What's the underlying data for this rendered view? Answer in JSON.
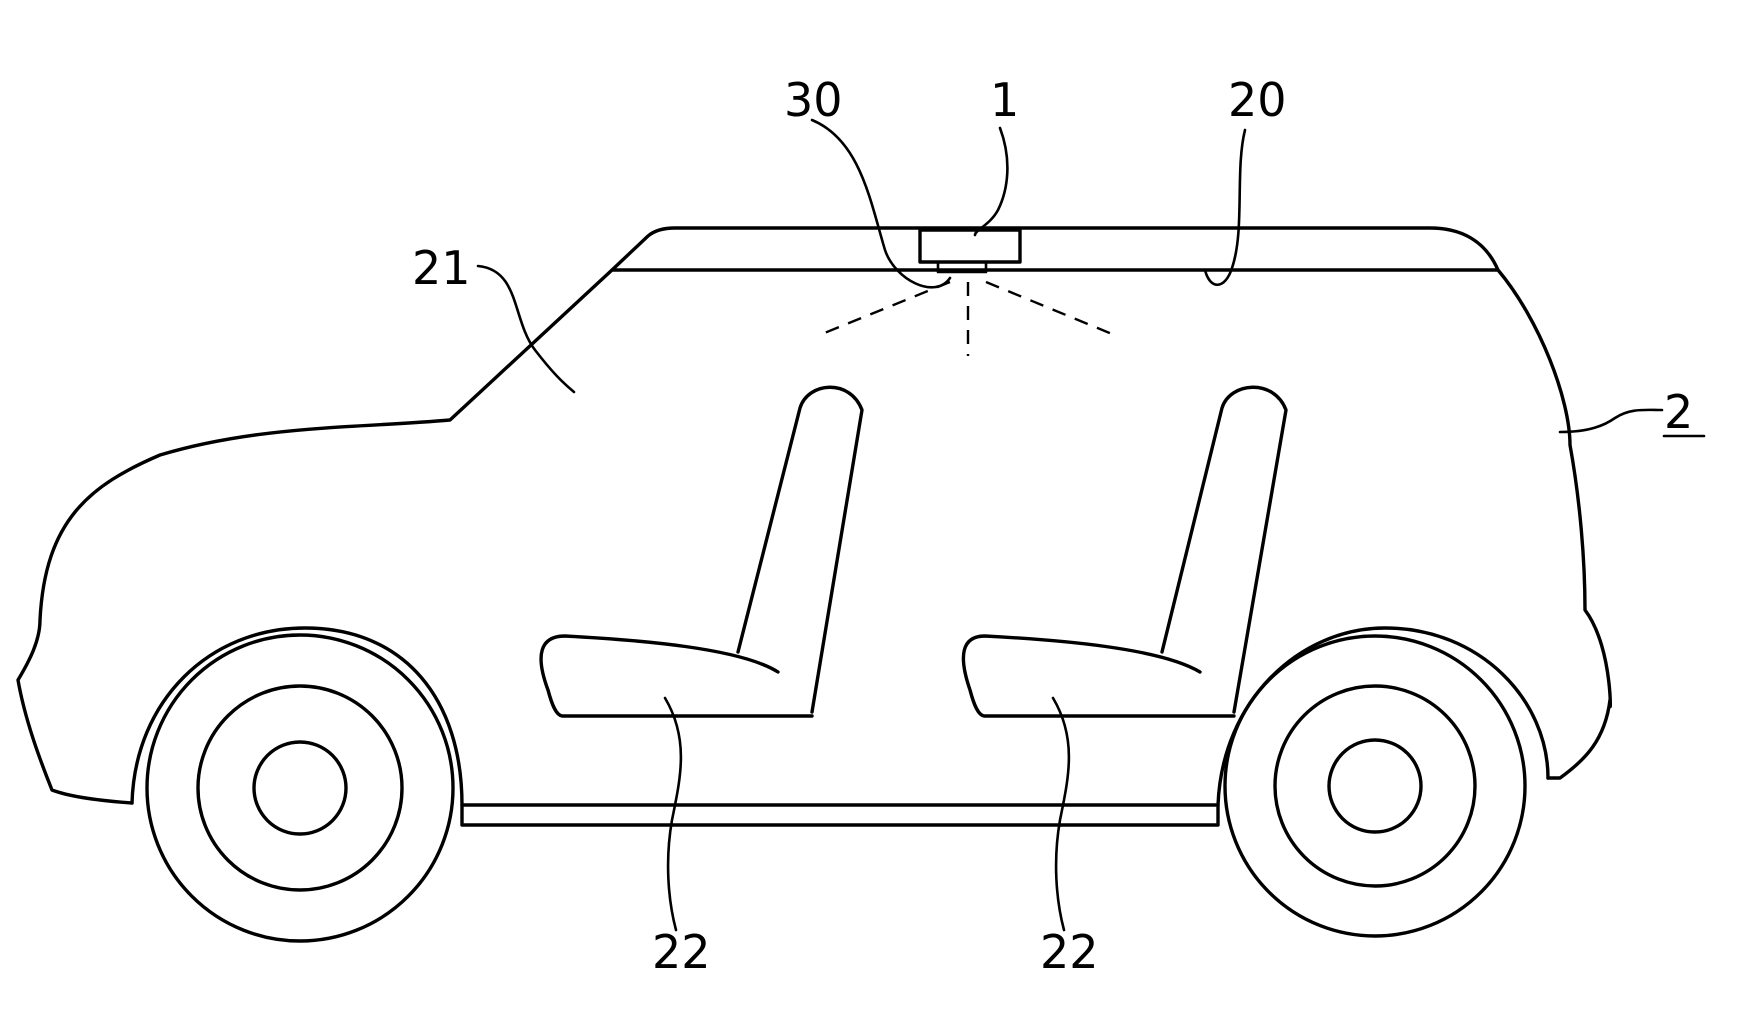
{
  "figure": {
    "stroke_color": "#000000",
    "background_color": "#ffffff",
    "reference_numerals": {
      "sensor_unit": "1",
      "vehicle": "2",
      "ceiling": "20",
      "cabin": "21",
      "seat_front": "22",
      "seat_rear": "22",
      "detection_element": "30"
    }
  }
}
